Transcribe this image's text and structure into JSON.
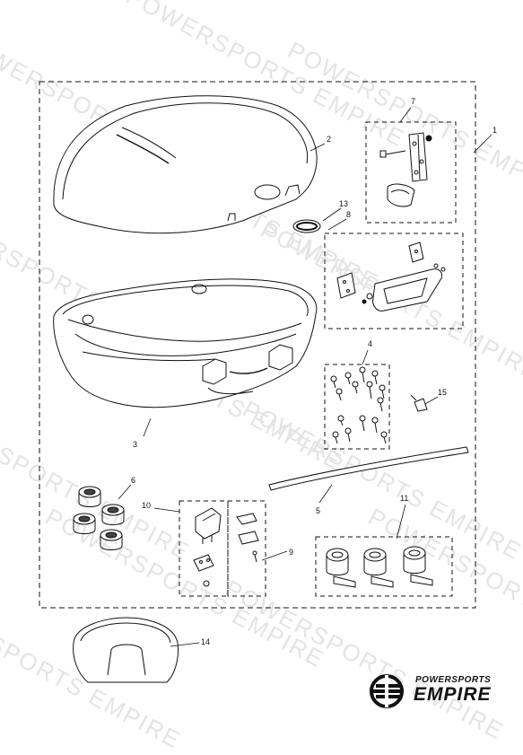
{
  "watermark": "POWERSPORTS EMPIRE",
  "callouts": {
    "c1": "1",
    "c2": "2",
    "c3": "3",
    "c4": "4",
    "c5": "5",
    "c6": "6",
    "c7": "7",
    "c8": "8",
    "c9": "9",
    "c10": "10",
    "c11": "11",
    "c13": "13",
    "c14": "14",
    "c15": "15"
  },
  "logo": {
    "line1": "POWERSPORTS",
    "line2": "EMPIRE"
  },
  "colors": {
    "line": "#111111",
    "watermark": "#e4e4e4",
    "fill": "#ffffff"
  }
}
